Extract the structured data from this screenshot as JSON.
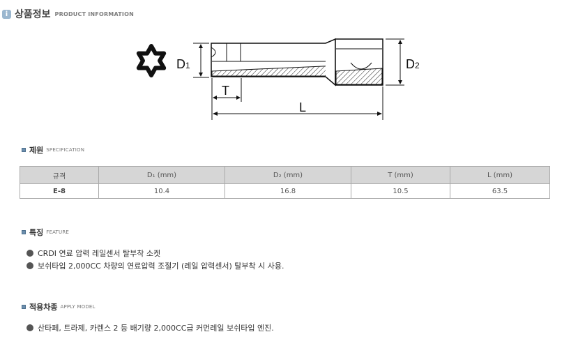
{
  "header": {
    "icon": "info-icon",
    "icon_glyph": "i",
    "title": "상품정보",
    "subtitle": "PRODUCT INFORMATION"
  },
  "drawing": {
    "label_d1": "D",
    "label_d1_sub": "1",
    "label_d2": "D",
    "label_d2_sub": "2",
    "label_t": "T",
    "label_l": "L"
  },
  "spec": {
    "title": "제원",
    "subtitle": "SPECIFICATION",
    "columns": [
      "규격",
      "D₁ (mm)",
      "D₂ (mm)",
      "T (mm)",
      "L (mm)"
    ],
    "rows": [
      [
        "E-8",
        "10.4",
        "16.8",
        "10.5",
        "63.5"
      ]
    ]
  },
  "feature": {
    "title": "특징",
    "subtitle": "FEATURE",
    "items": [
      "CRDI 연료 압력 레일센서 탈부착 소켓",
      "보쉬타입 2,000CC 차량의 연료압력 조절기 (레일 압력센서) 탈부착 시 사용."
    ]
  },
  "apply": {
    "title": "적용차종",
    "subtitle": "APPLY MODEL",
    "items": [
      "산타페, 트라제, 카렌스 2 등 배기량 2,000CC급 커먼레일 보쉬타입 엔진."
    ]
  },
  "colors": {
    "accent": "#6d8fae",
    "header_cell": "#d6d6d6",
    "border": "#a9a9a9"
  }
}
